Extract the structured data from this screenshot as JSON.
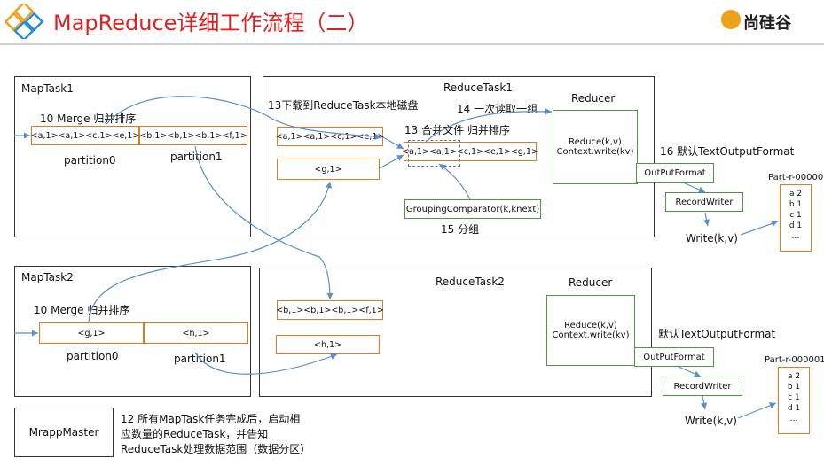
{
  "header": {
    "title": "MapReduce详细工作流程（二）",
    "logo_text": "尚硅谷",
    "accent_color": "#e02020",
    "logo_icon": "diamond-grid-icon"
  },
  "maptask1": {
    "title": "MapTask1",
    "merge_label": "10 Merge 归并排序",
    "p0": "<a,1><a,1><c,1><e,1>",
    "p1": "<b,1><b,1><b,1><f,1>",
    "p0_label": "partition0",
    "p1_label": "partition1"
  },
  "maptask2": {
    "title": "MapTask2",
    "merge_label": "10 Merge 归并排序",
    "p0": "<g,1>",
    "p1": "<h,1>",
    "p0_label": "partition0",
    "p1_label": "partition1"
  },
  "reducetask1": {
    "title": "ReduceTask1",
    "download_label": "13下载到ReduceTask本地磁盘",
    "read_label": "14 一次读取一组",
    "merge_label": "13 合并文件 归并排序",
    "seg1": "<a,1><a,1><c,1><e,1>",
    "seg2": "<g,1>",
    "merged": "<a,1><a,1><c,1><e,1><g,1>",
    "grouping": "GroupingComparator(k,knext)",
    "group_label": "15 分组",
    "reducer_title": "Reducer",
    "reducer_body_1": "Reduce(k,v)",
    "reducer_body_2": "Context.write(kv)",
    "output_format_label": "16 默认TextOutputFormat",
    "output_format": "OutPutFormat",
    "record_writer": "RecordWriter",
    "write": "Write(k,v)",
    "file_name": "Part-r-000000",
    "file_lines": [
      "a 2",
      "b 1",
      "c 1",
      "d 1",
      "…"
    ]
  },
  "reducetask2": {
    "title": "ReduceTask2",
    "seg1": "<b,1><b,1><b,1><f,1>",
    "seg2": "<h,1>",
    "reducer_title": "Reducer",
    "reducer_body_1": "Reduce(k,v)",
    "reducer_body_2": "Context.write(kv)",
    "output_format_label": "默认TextOutputFormat",
    "output_format": "OutPutFormat",
    "record_writer": "RecordWriter",
    "write": "Write(k,v)",
    "file_name": "Part-r-000001",
    "file_lines": [
      "a 2",
      "b 1",
      "c 1",
      "d 1",
      "…"
    ]
  },
  "master": {
    "label": "MrappMaster",
    "note_1": "12 所有MapTask任务完成后，启动相",
    "note_2": "应数量的ReduceTask，并告知",
    "note_3": "ReduceTask处理数据范围（数据分区）"
  },
  "colors": {
    "orange": "#e07b22",
    "green": "#4a9a3a",
    "arrow": "#5b8fc9"
  }
}
